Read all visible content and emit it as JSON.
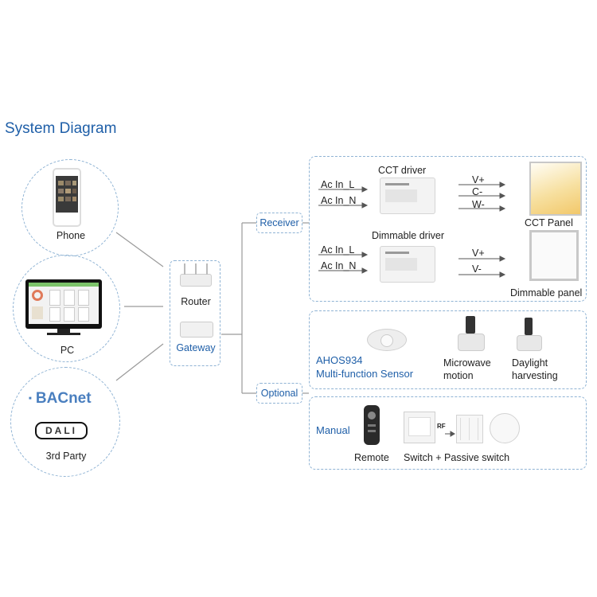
{
  "title": "System Diagram",
  "left": {
    "phone": "Phone",
    "pc": "PC",
    "third_party": "3rd Party",
    "bacnet": "BACnet",
    "dali": "DALI"
  },
  "hub": {
    "router": "Router",
    "gateway": "Gateway"
  },
  "branches": {
    "receiver": "Receiver",
    "optional": "Optional"
  },
  "receiver": {
    "cct_driver": "CCT driver",
    "ac_in_l_1": "Ac In_L",
    "ac_in_n_1": "Ac In_N",
    "v_plus_1": "V+",
    "c_minus": "C-",
    "w_minus": "W-",
    "cct_panel": "CCT Panel",
    "dimmable_driver": "Dimmable driver",
    "ac_in_l_2": "Ac In_L",
    "ac_in_n_2": "Ac In_N",
    "v_plus_2": "V+",
    "v_minus": "V-",
    "dimmable_panel": "Dimmable panel"
  },
  "sensors": {
    "ahos_model": "AHOS934",
    "ahos_desc": "Multi-function Sensor",
    "microwave_1": "Microwave",
    "microwave_2": "motion",
    "daylight_1": "Daylight",
    "daylight_2": "harvesting"
  },
  "manual": {
    "label": "Manual",
    "remote": "Remote",
    "rf": "RF",
    "switch": "Switch + Passive switch"
  },
  "colors": {
    "accent": "#1f5fa8",
    "dash": "#8fb3d4"
  }
}
